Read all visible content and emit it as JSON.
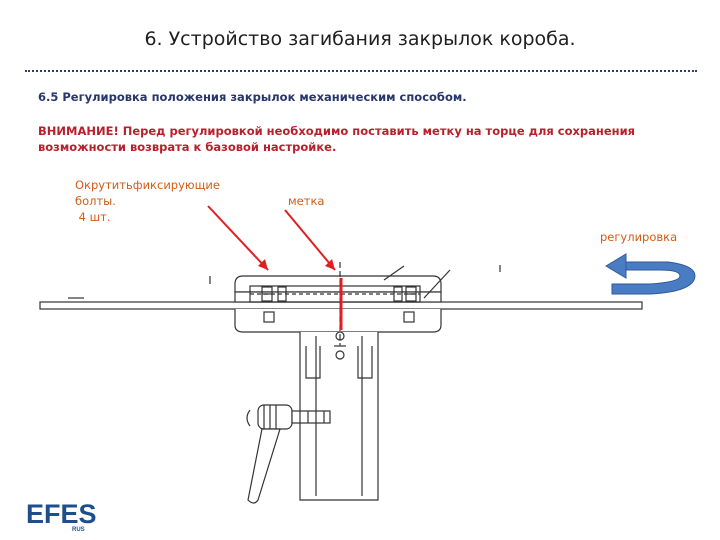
{
  "header": {
    "title": "6. Устройство загибания закрылок короба."
  },
  "section": {
    "subtitle": "6.5 Регулировка положения закрылок механическим способом.",
    "warning": "ВНИМАНИЕ! Перед регулировкой необходимо поставить метку на торце для сохранения возможности возврата к базовой настройке."
  },
  "labels": {
    "bolts_line1": "Окрутитьфиксирующие",
    "bolts_line2": "болты.",
    "bolts_line3": " 4 шт.",
    "mark": "метка",
    "adjust": "регулировка"
  },
  "logo": {
    "name": "EFES",
    "sub": "RUS"
  },
  "colors": {
    "title_text": "#1f1f1f",
    "subtitle_text": "#27366b",
    "warning_text": "#b8202b",
    "label_text": "#d35c16",
    "pointer_arrow": "#e02020",
    "rotation_arrow": "#3f6fb5",
    "logo": "#1d4f8c"
  }
}
